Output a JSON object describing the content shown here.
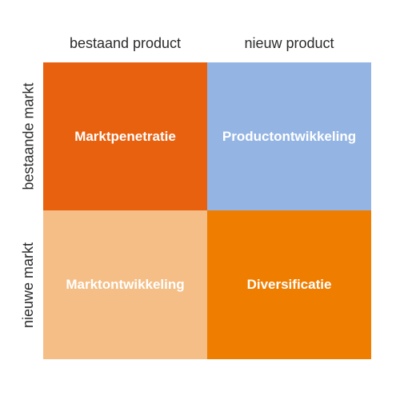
{
  "columns": {
    "existing_product": "bestaand product",
    "new_product": "nieuw product"
  },
  "rows": {
    "existing_market": "bestaande markt",
    "new_market": "nieuwe markt"
  },
  "quadrants": {
    "top_left": {
      "label": "Marktpenetratie",
      "color": "#E8610F"
    },
    "top_right": {
      "label": "Productontwikkeling",
      "color": "#94B5E3"
    },
    "bottom_left": {
      "label": "Marktontwikkeling",
      "color": "#F4BE86"
    },
    "bottom_right": {
      "label": "Diversificatie",
      "color": "#EF7D00"
    }
  }
}
